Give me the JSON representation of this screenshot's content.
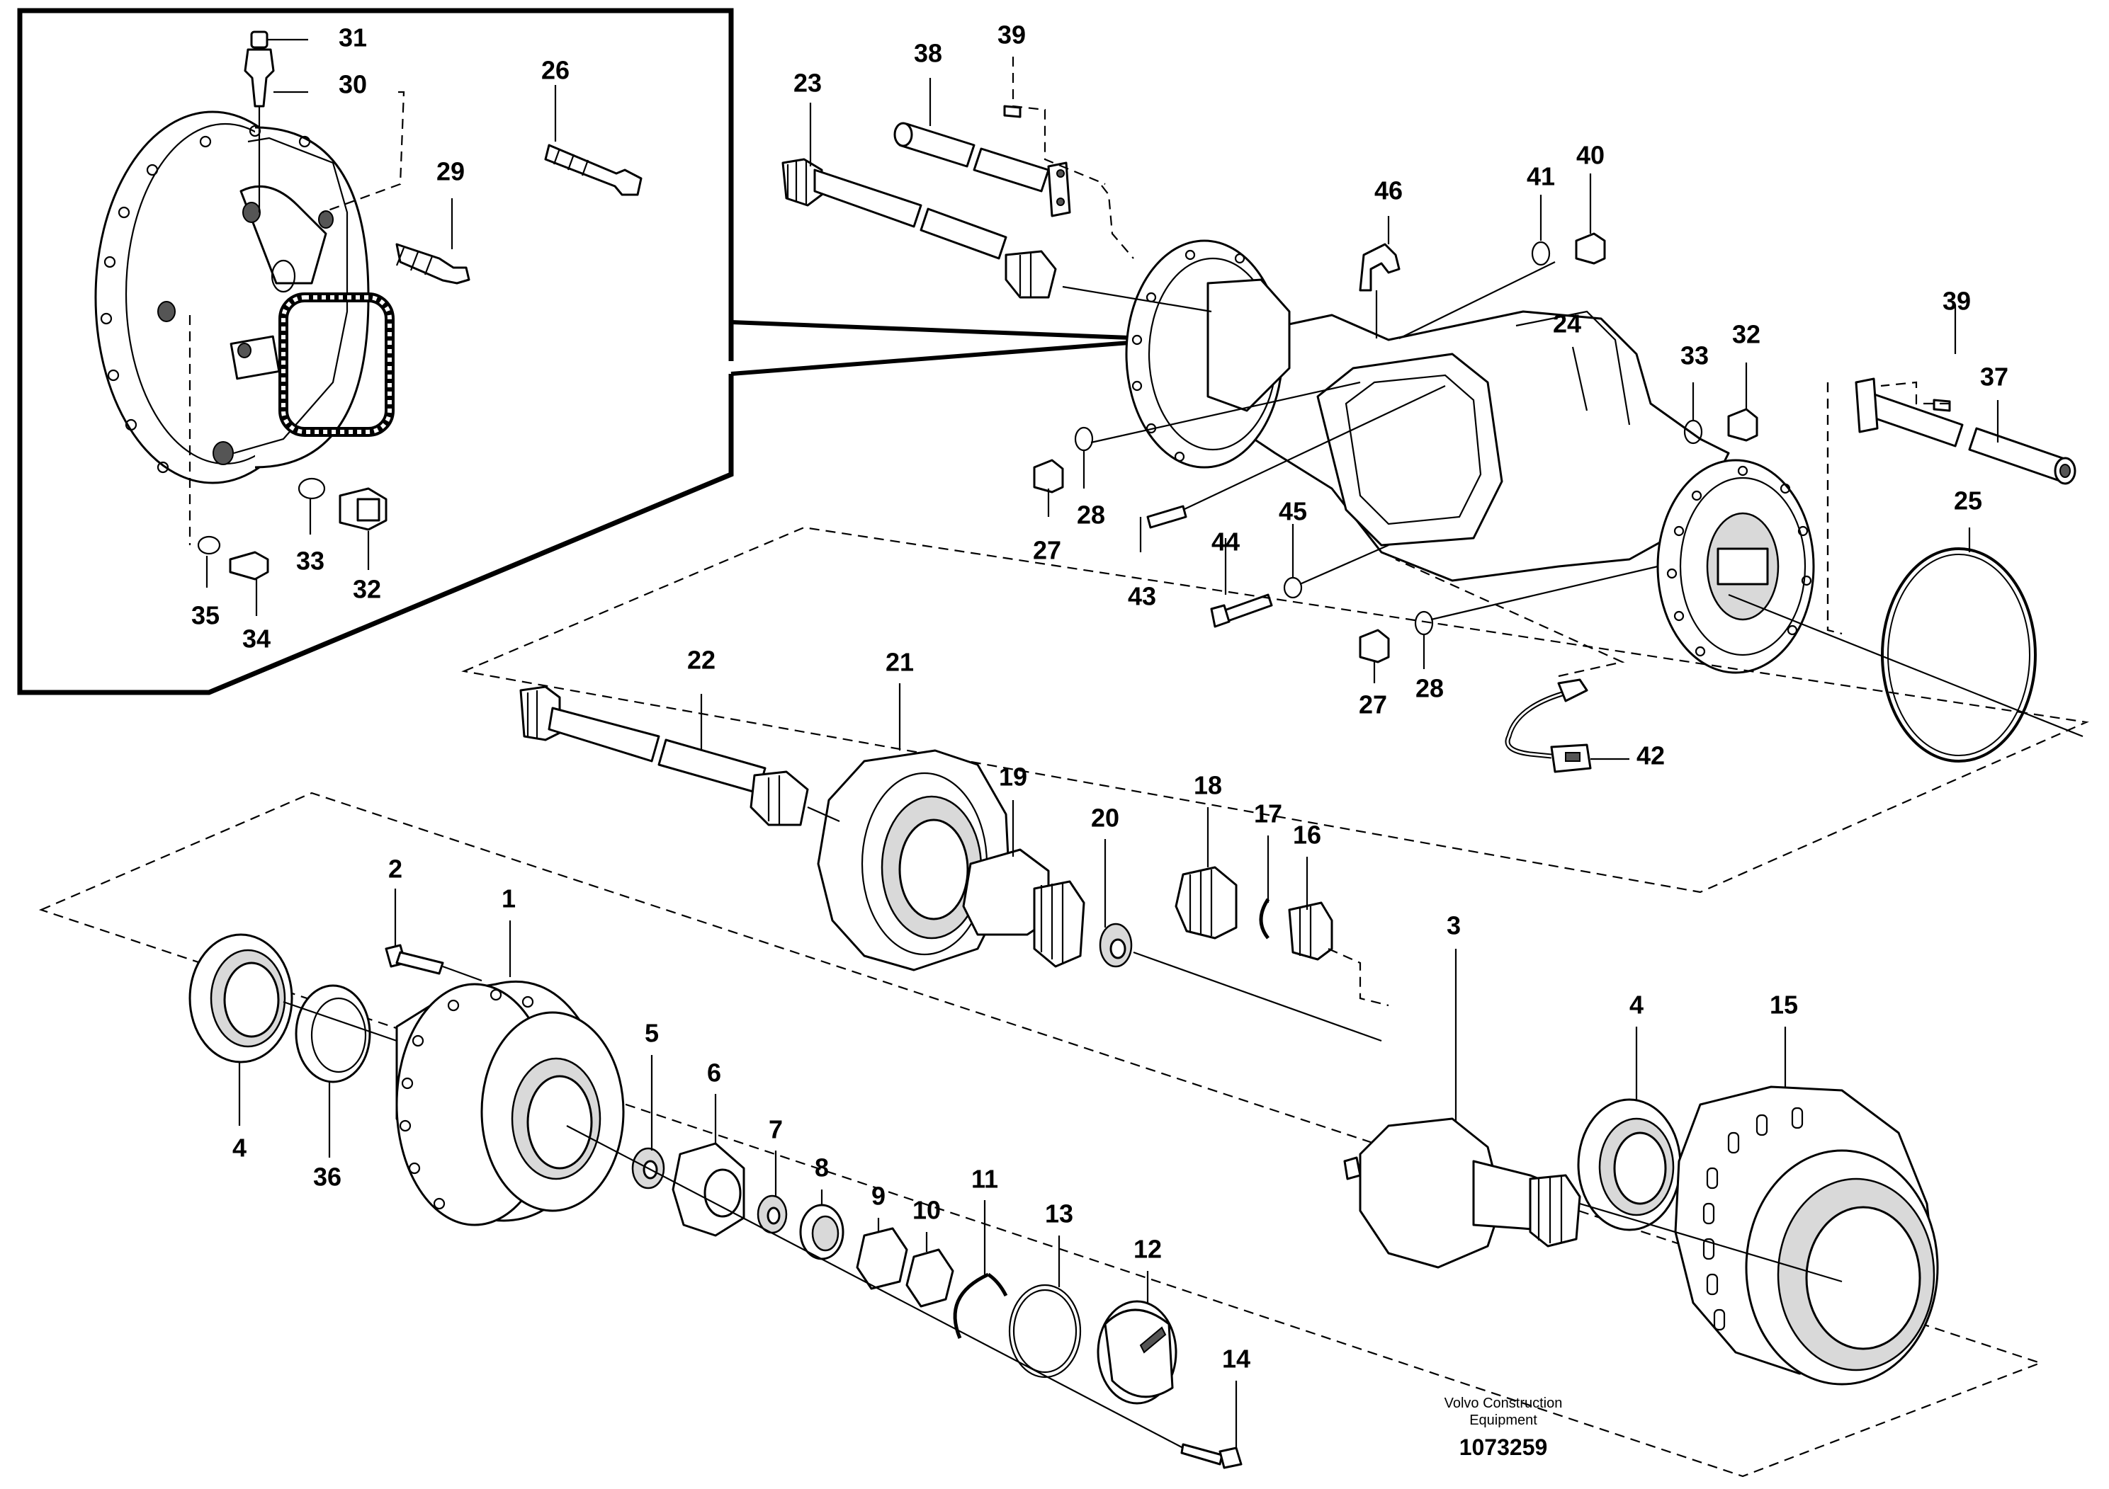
{
  "diagram": {
    "callouts": [
      "1",
      "2",
      "3",
      "4",
      "4",
      "5",
      "6",
      "7",
      "8",
      "9",
      "10",
      "11",
      "12",
      "13",
      "14",
      "15",
      "16",
      "17",
      "18",
      "19",
      "20",
      "21",
      "22",
      "23",
      "24",
      "25",
      "26",
      "27",
      "27",
      "28",
      "28",
      "29",
      "30",
      "31",
      "32",
      "32",
      "33",
      "33",
      "34",
      "35",
      "36",
      "37",
      "38",
      "39",
      "39",
      "40",
      "41",
      "42",
      "43",
      "44",
      "45",
      "46"
    ],
    "caption_line1": "Volvo Construction",
    "caption_line2": "Equipment",
    "reference_number": "1073259"
  }
}
